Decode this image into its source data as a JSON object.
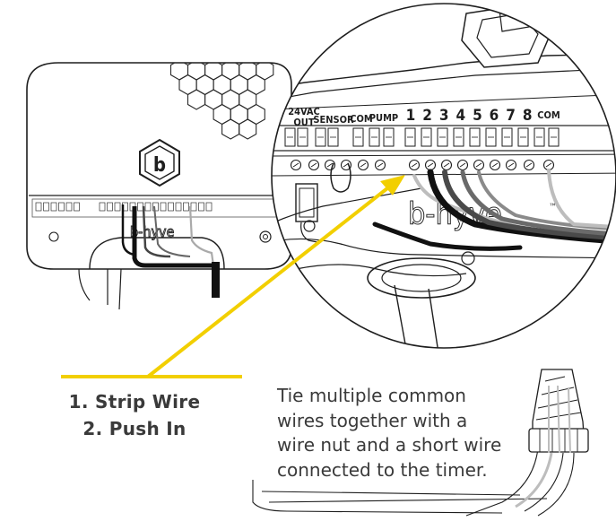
{
  "brand": {
    "logo_letter": "b",
    "wordmark": "b-hyve",
    "trademark": "™"
  },
  "terminal_labels": {
    "power": [
      "24VAC",
      "OUT"
    ],
    "sensor": "SENSOR",
    "com_left": "COM",
    "pump": "PUMP",
    "zones": [
      "1",
      "2",
      "3",
      "4",
      "5",
      "6",
      "7",
      "8"
    ],
    "com_right": "COM"
  },
  "steps": {
    "step1": "1. Strip Wire",
    "step2": "2. Push In"
  },
  "note": {
    "lines": [
      "Tie multiple common",
      "wires together with a",
      "wire nut and a short wire",
      "connected to the timer."
    ]
  },
  "colors": {
    "pointer_line": "#f2cf00",
    "outline": "#1e1e1e",
    "text": "#3a3a3a",
    "wire_black": "#111111",
    "wire_dark_gray": "#4a4a4a",
    "wire_mid_gray": "#6a6a6a",
    "wire_light_gray": "#b4b4b4"
  }
}
